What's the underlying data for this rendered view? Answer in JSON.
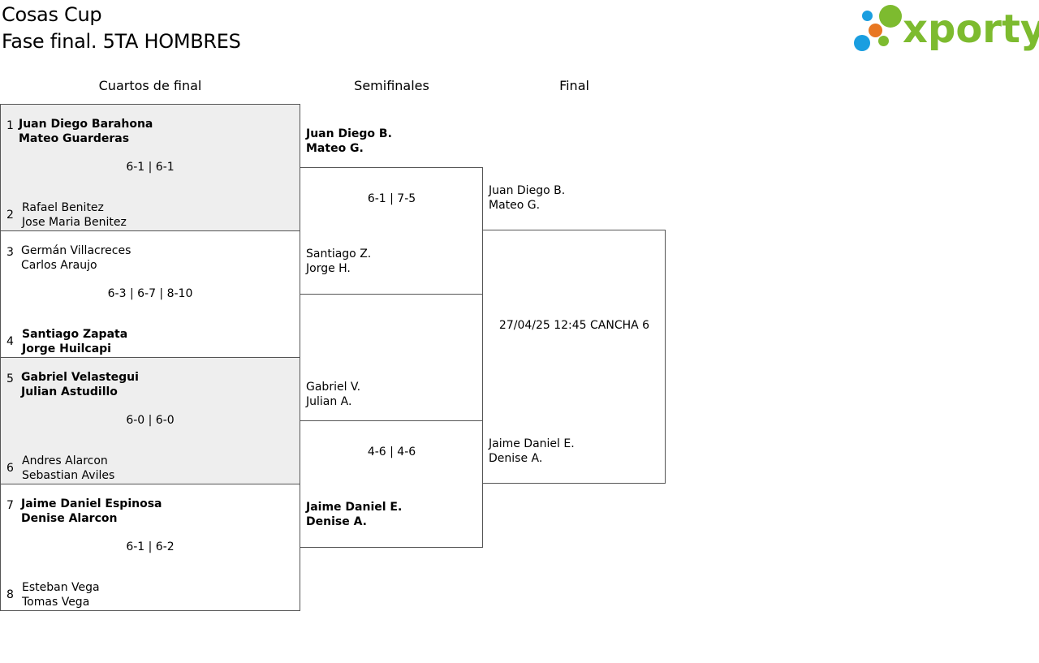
{
  "header": {
    "tournament": "Cosas Cup",
    "phase": "Fase final. 5TA HOMBRES",
    "logo_text": "xporty"
  },
  "colors": {
    "shaded": "#eeeeee",
    "border": "#555555",
    "logo_green": "#7dbb2f",
    "logo_blue": "#1a9ee0",
    "logo_orange": "#e87722"
  },
  "rounds": {
    "quarters": "Cuartos de final",
    "semis": "Semifinales",
    "final": "Final"
  },
  "quarterfinals": [
    {
      "score": "6-1 | 6-1",
      "top": {
        "seed": "1",
        "p1": "Juan Diego Barahona",
        "p2": "Mateo Guarderas",
        "winner": true
      },
      "bottom": {
        "seed": "2",
        "p1": "Rafael Benitez",
        "p2": "Jose Maria Benitez",
        "winner": false
      }
    },
    {
      "score": "6-3 | 6-7 | 8-10",
      "top": {
        "seed": "3",
        "p1": "Germán Villacreces",
        "p2": "Carlos Araujo",
        "winner": false
      },
      "bottom": {
        "seed": "4",
        "p1": "Santiago Zapata",
        "p2": "Jorge Huilcapi",
        "winner": true
      }
    },
    {
      "score": "6-0 | 6-0",
      "top": {
        "seed": "5",
        "p1": "Gabriel Velastegui",
        "p2": "Julian Astudillo",
        "winner": true
      },
      "bottom": {
        "seed": "6",
        "p1": "Andres Alarcon",
        "p2": "Sebastian Aviles",
        "winner": false
      }
    },
    {
      "score": "6-1 | 6-2",
      "top": {
        "seed": "7",
        "p1": "Jaime Daniel Espinosa",
        "p2": "Denise Alarcon",
        "winner": true
      },
      "bottom": {
        "seed": "8",
        "p1": "Esteban Vega",
        "p2": "Tomas Vega",
        "winner": false
      }
    }
  ],
  "semifinals": [
    {
      "score": "6-1 | 7-5",
      "top": {
        "p1": "Juan Diego B.",
        "p2": "Mateo G.",
        "winner": true
      },
      "bottom": {
        "p1": "Santiago Z.",
        "p2": "Jorge H.",
        "winner": false
      }
    },
    {
      "score": "4-6 | 4-6",
      "top": {
        "p1": "Gabriel V.",
        "p2": "Julian A.",
        "winner": false
      },
      "bottom": {
        "p1": "Jaime Daniel E.",
        "p2": "Denise A.",
        "winner": true
      }
    }
  ],
  "final": {
    "info": "27/04/25 12:45 CANCHA 6",
    "top": {
      "p1": "Juan Diego B.",
      "p2": "Mateo G."
    },
    "bottom": {
      "p1": "Jaime Daniel E.",
      "p2": "Denise A."
    }
  }
}
